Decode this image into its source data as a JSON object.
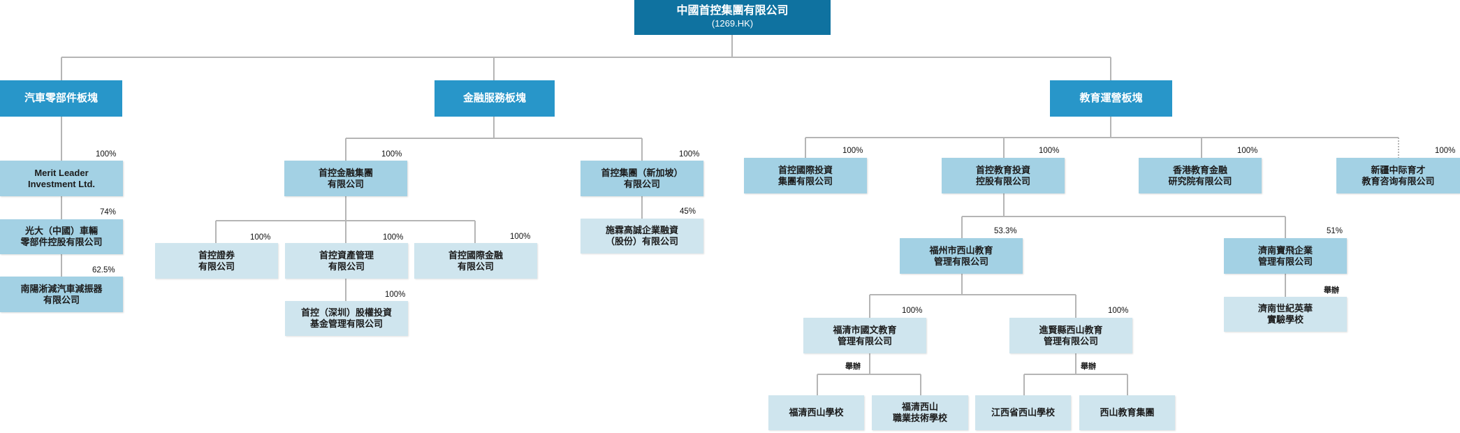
{
  "root": {
    "name": "中國首控集團有限公司",
    "code": "(1269.HK)"
  },
  "sectors": {
    "auto": "汽車零部件板塊",
    "finance": "金融服務板塊",
    "education": "教育運營板塊"
  },
  "entities": {
    "merit_leader": "Merit Leader\nInvestment Ltd.",
    "everbright_auto": "光大（中國）車輛\n零部件控股有限公司",
    "nanyang": "南陽淅減汽車減振器\n有限公司",
    "finance_group": "首控金融集團\n有限公司",
    "securities": "首控證券\n有限公司",
    "asset_mgmt": "首控資產管理\n有限公司",
    "intl_finance": "首控國際金融\n有限公司",
    "shenzhen_fund": "首控（深圳）股權投資\n基金管理有限公司",
    "singapore": "首控集團（新加坡）\n有限公司",
    "shilin": "施霖高誠企業融資\n（股份）有限公司",
    "intl_invest": "首控國際投資\n集團有限公司",
    "edu_invest": "首控教育投資\n控股有限公司",
    "hk_finance_inst": "香港教育金融\n研究院有限公司",
    "xinjiang": "新疆中际育才\n教育咨询有限公司",
    "fuzhou_xishan": "福州市西山教育\n管理有限公司",
    "jinan_baofei": "濟南寶飛企業\n管理有限公司",
    "jinan_school": "濟南世紀英華\n實驗學校",
    "fuqing_guowen": "福清市國文教育\n管理有限公司",
    "jinxian_xishan": "進賢縣西山教育\n管理有限公司",
    "fuqing_school": "福清西山學校",
    "fuqing_vocational": "福清西山\n職業技術學校",
    "jiangxi_school": "江西省西山學校",
    "xishan_group": "西山教育集團"
  },
  "percentages": {
    "merit_leader": "100%",
    "everbright_auto": "74%",
    "nanyang": "62.5%",
    "finance_group": "100%",
    "securities": "100%",
    "asset_mgmt": "100%",
    "intl_finance": "100%",
    "shenzhen_fund": "100%",
    "singapore": "100%",
    "shilin": "45%",
    "intl_invest": "100%",
    "edu_invest": "100%",
    "hk_finance_inst": "100%",
    "xinjiang": "100%",
    "fuzhou_xishan": "53.3%",
    "jinan_baofei": "51%",
    "fuqing_guowen": "100%",
    "jinxian_xishan": "100%"
  },
  "tags": {
    "sponsor": "舉辦"
  },
  "colors": {
    "root": "#0f72a0",
    "sector": "#2896c9",
    "level2": "#a3d1e4",
    "level3": "#cfe5ee",
    "line": "#b5b5b5"
  }
}
